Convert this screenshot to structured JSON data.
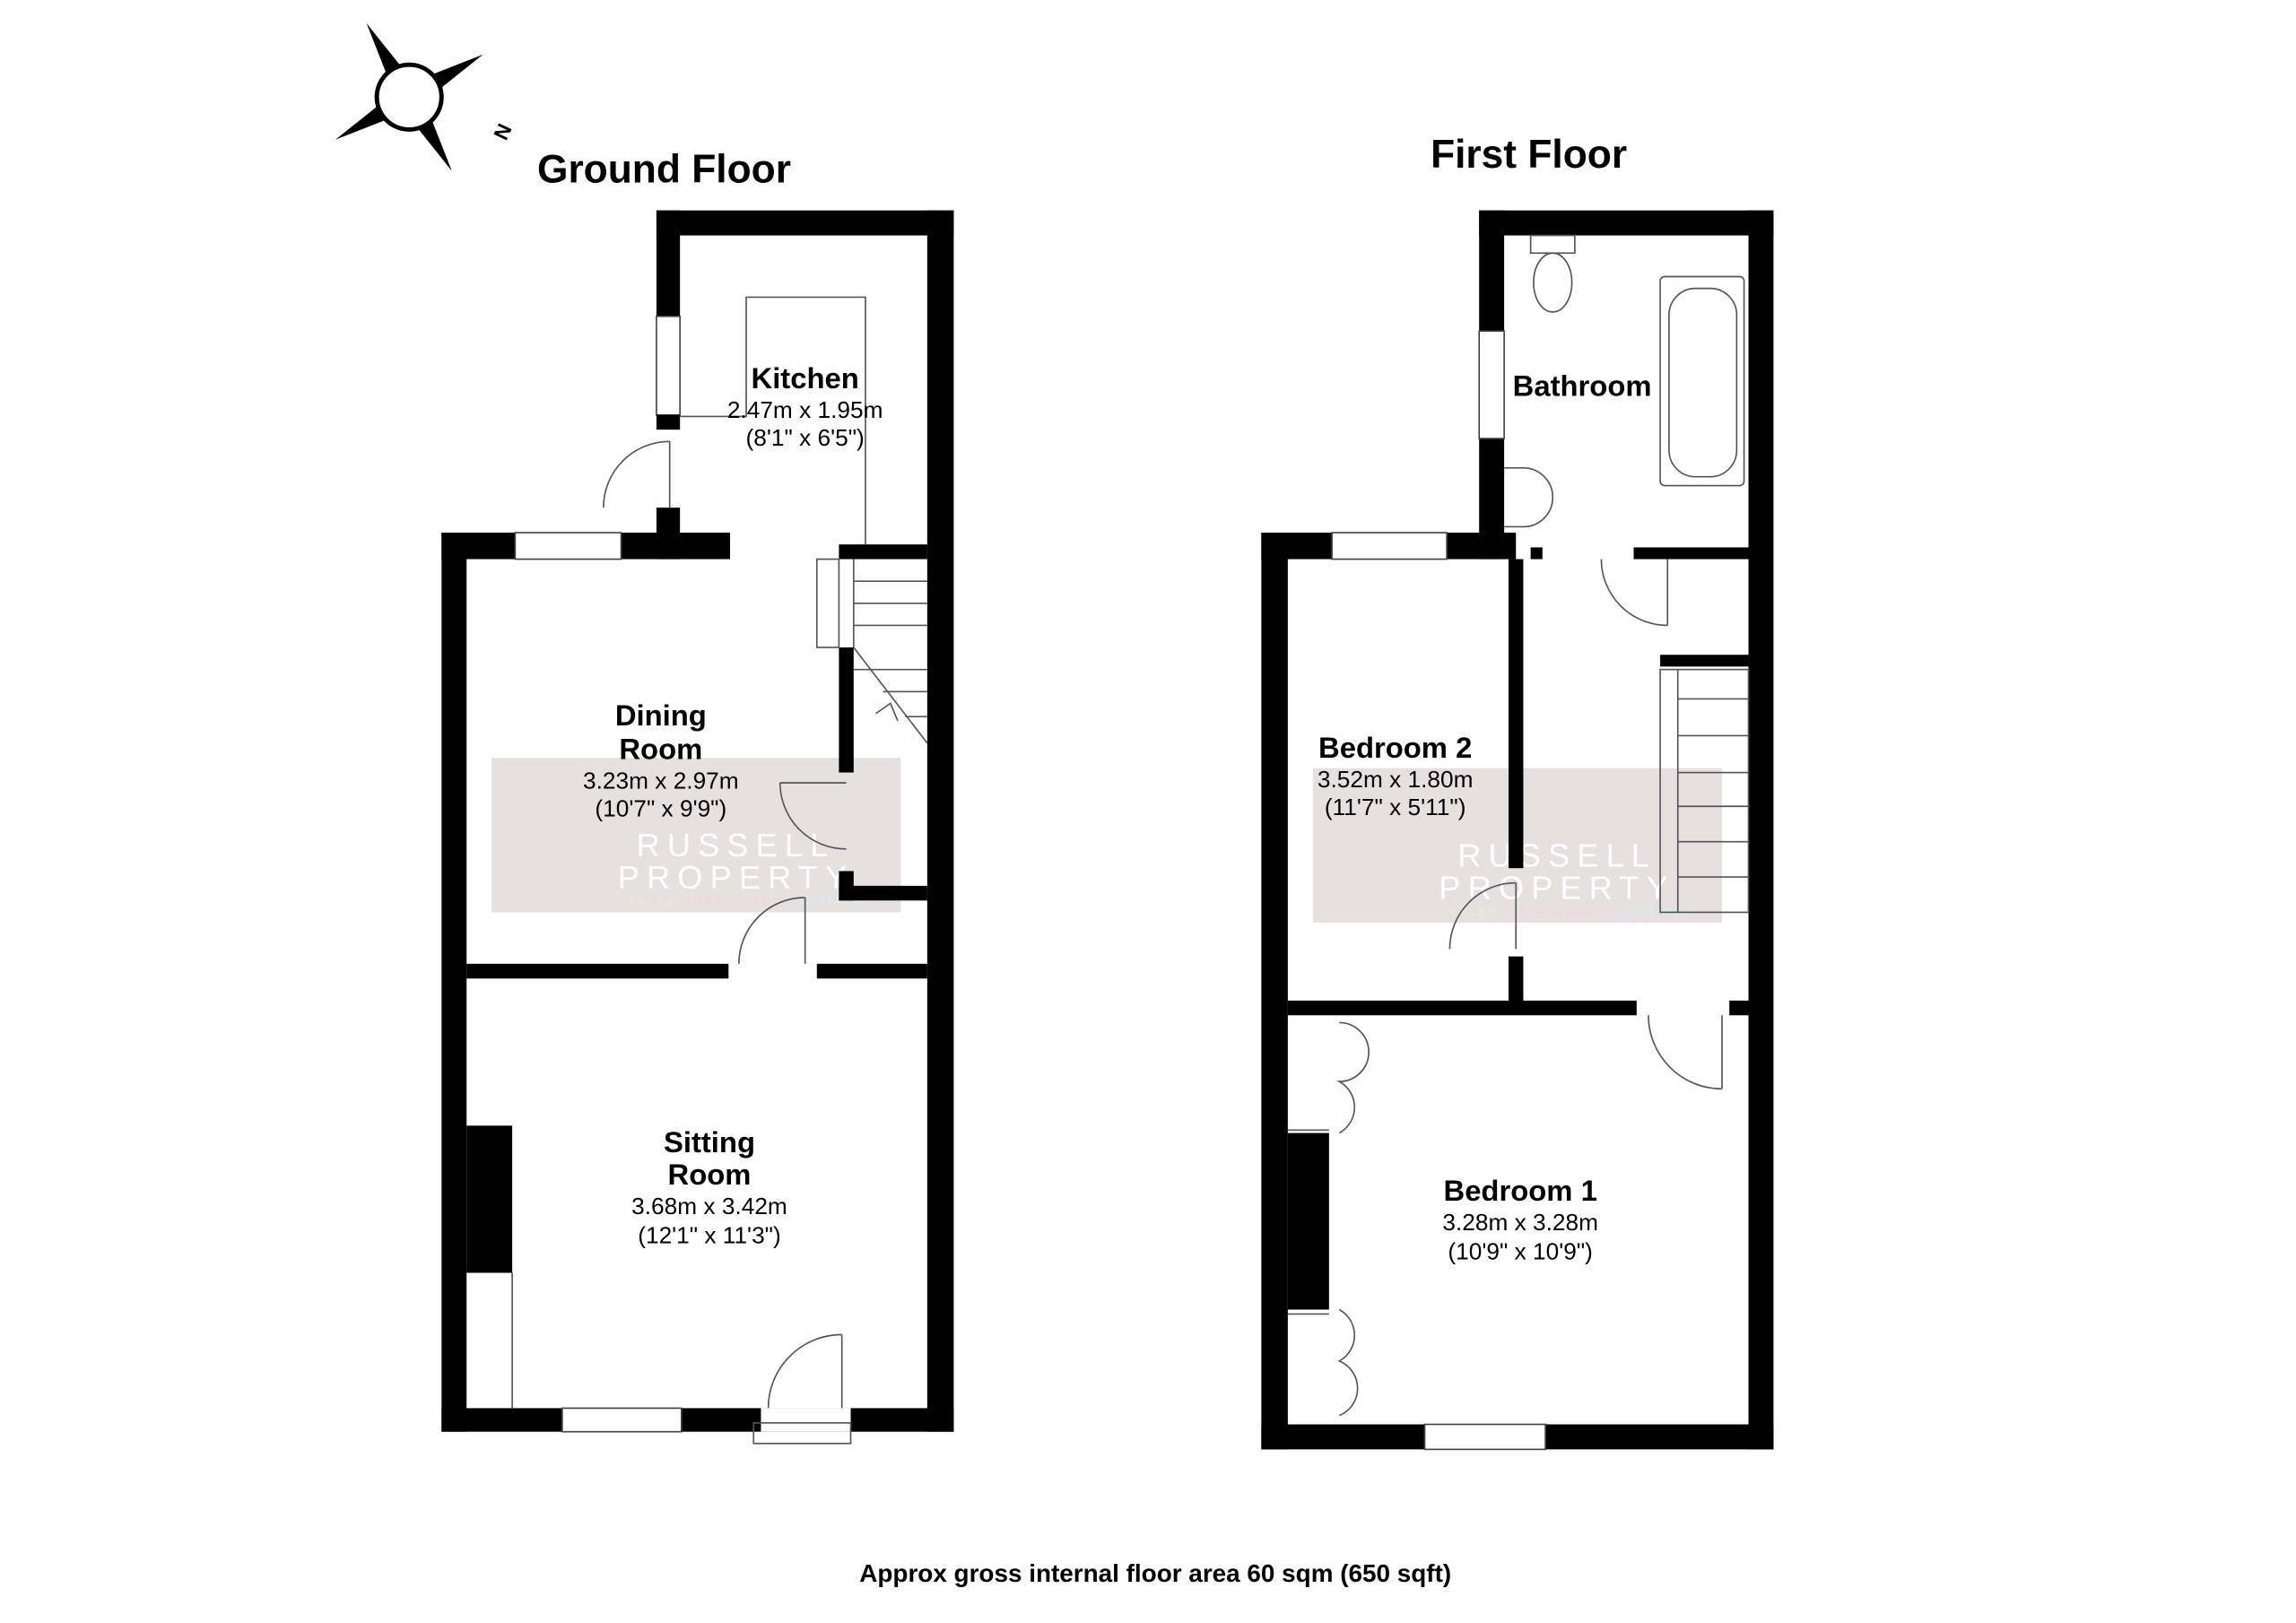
{
  "floors": [
    {
      "title": "Ground Floor",
      "rooms": [
        {
          "name": "Kitchen",
          "metric": "2.47m x 1.95m",
          "imperial": "(8'1\" x 6'5\")"
        },
        {
          "name_line1": "Dining",
          "name_line2": "Room",
          "metric": "3.23m x 2.97m",
          "imperial": "(10'7\" x 9'9\")"
        },
        {
          "name_line1": "Sitting",
          "name_line2": "Room",
          "metric": "3.68m x 3.42m",
          "imperial": "(12'1\" x 11'3\")"
        }
      ]
    },
    {
      "title": "First Floor",
      "rooms": [
        {
          "name": "Bathroom"
        },
        {
          "name": "Bedroom 2",
          "metric": "3.52m x 1.80m",
          "imperial": "(11'7\" x 5'11\")"
        },
        {
          "name": "Bedroom 1",
          "metric": "3.28m x 3.28m",
          "imperial": "(10'9\" x 10'9\")"
        }
      ]
    }
  ],
  "compass": {
    "label": "N",
    "icon": "compass-rose-icon"
  },
  "watermark": {
    "line1": "RUSSELL",
    "line2": "PROPERTY",
    "tagline": [
      "SALES",
      "CONSULTANCY",
      "LETTINGS"
    ],
    "tag_colors": [
      "#e6efd0",
      "#f3d5dc",
      "#d5ecf0"
    ]
  },
  "footer": "Approx gross internal floor area 60 sqm (650 sqft)"
}
